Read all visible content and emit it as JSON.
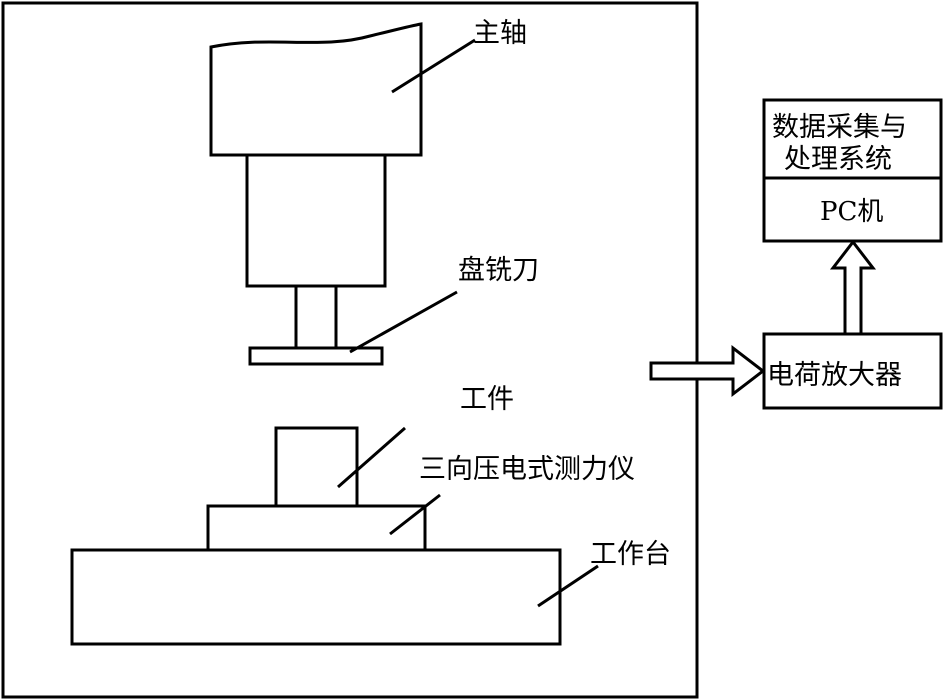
{
  "labels": {
    "spindle": "主轴",
    "milling_cutter": "盘铣刀",
    "workpiece": "工件",
    "dynamometer": "三向压电式测力仪",
    "worktable": "工作台",
    "charge_amplifier": "电荷放大器",
    "pc_line1": "数据采集与",
    "pc_line2": "处理系统",
    "pc": "PC机"
  }
}
